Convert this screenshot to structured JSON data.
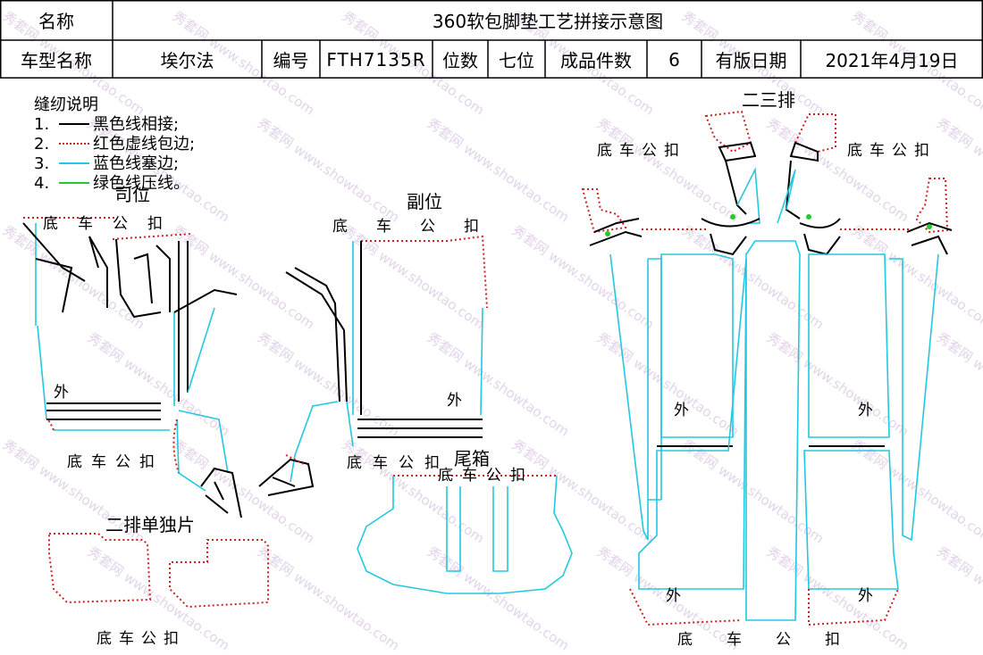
{
  "header": {
    "name_label": "名称",
    "title": "360软包脚垫工艺拼接示意图",
    "car_model_label": "车型名称",
    "car_model": "埃尔法",
    "code_label": "编号",
    "code": "FTH7135R",
    "seats_label": "位数",
    "seats": "七位",
    "pieces_label": "成品件数",
    "pieces": "6",
    "date_label": "有版日期",
    "date": "2021年4月19日"
  },
  "legend": {
    "title": "缝纫说明",
    "items": [
      {
        "num": "1.",
        "text": "黑色线相接;",
        "color": "#000000",
        "style": "solid"
      },
      {
        "num": "2.",
        "text": "红色虚线包边;",
        "color": "#cc2222",
        "style": "dotted"
      },
      {
        "num": "3.",
        "text": "蓝色线塞边;",
        "color": "#22c8e0",
        "style": "solid"
      },
      {
        "num": "4.",
        "text": "绿色线压线。",
        "color": "#22cc22",
        "style": "solid"
      }
    ]
  },
  "sections": {
    "driver": "司位",
    "passenger": "副位",
    "third_row": "二三排",
    "trunk": "尾箱",
    "second_row_single": "二排单独片"
  },
  "labels": {
    "base_clip": "底车公扣",
    "outer": "外"
  },
  "watermark": "秀套网 www.showtao.com",
  "colors": {
    "black": "#000000",
    "red": "#cc2222",
    "cyan": "#22c8e0",
    "green": "#22cc22"
  }
}
